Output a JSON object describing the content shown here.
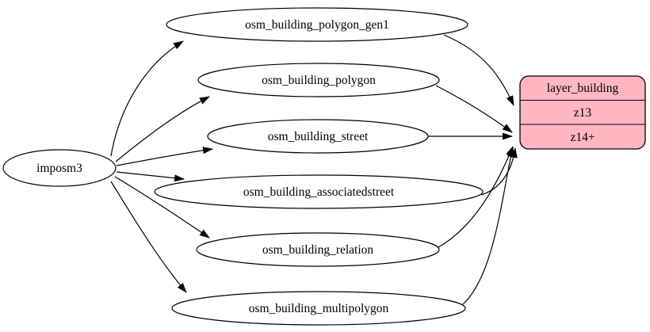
{
  "diagram": {
    "kind": "etl-graph",
    "source": {
      "id": "imposm3",
      "label": "imposm3"
    },
    "tables": [
      {
        "id": "osm_building_polygon_gen1",
        "label": "osm_building_polygon_gen1"
      },
      {
        "id": "osm_building_polygon",
        "label": "osm_building_polygon"
      },
      {
        "id": "osm_building_street",
        "label": "osm_building_street"
      },
      {
        "id": "osm_building_associatedstreet",
        "label": "osm_building_associatedstreet"
      },
      {
        "id": "osm_building_relation",
        "label": "osm_building_relation"
      },
      {
        "id": "osm_building_multipolygon",
        "label": "osm_building_multipolygon"
      }
    ],
    "layer": {
      "id": "layer_building",
      "title": "layer_building",
      "rows": [
        {
          "label": "z13"
        },
        {
          "label": "z14+"
        }
      ],
      "fill": "#ffb6c1"
    },
    "edges": [
      {
        "from": "imposm3",
        "to": "osm_building_polygon_gen1"
      },
      {
        "from": "imposm3",
        "to": "osm_building_polygon"
      },
      {
        "from": "imposm3",
        "to": "osm_building_street"
      },
      {
        "from": "imposm3",
        "to": "osm_building_associatedstreet"
      },
      {
        "from": "imposm3",
        "to": "osm_building_relation"
      },
      {
        "from": "imposm3",
        "to": "osm_building_multipolygon"
      },
      {
        "from": "osm_building_polygon_gen1",
        "to": "layer_building:z13"
      },
      {
        "from": "osm_building_polygon",
        "to": "layer_building:z14+"
      },
      {
        "from": "osm_building_street",
        "to": "layer_building:z14+"
      },
      {
        "from": "osm_building_associatedstreet",
        "to": "layer_building:z14+"
      },
      {
        "from": "osm_building_relation",
        "to": "layer_building:z14+"
      },
      {
        "from": "osm_building_multipolygon",
        "to": "layer_building:z14+"
      }
    ],
    "colors": {
      "node_fill": "#ffffff",
      "layer_fill": "#ffb6c1",
      "stroke": "#000000",
      "background": "#ffffff"
    }
  }
}
